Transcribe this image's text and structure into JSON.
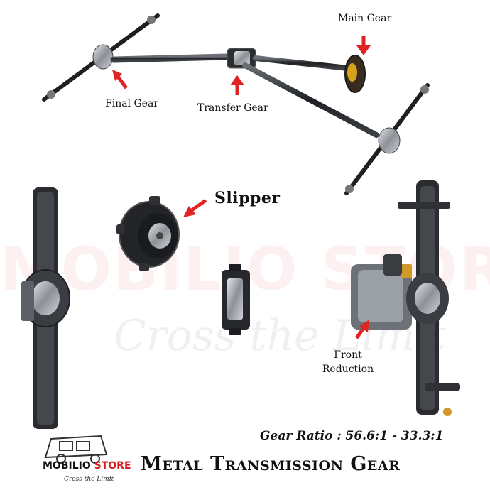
{
  "labels": {
    "main_gear": "Main Gear",
    "final_gear": "Final Gear",
    "transfer_gear": "Transfer Gear",
    "slipper": "Slipper",
    "front_reduction_line1": "Front",
    "front_reduction_line2": "Reduction"
  },
  "gear_ratio": "Gear Ratio : 56.6:1 - 33.3:1",
  "title": "Metal Transmission Gear",
  "brand": {
    "name_part1": "MOBILIO",
    "name_part2": "STORE",
    "tagline": "Cross the Limit"
  },
  "watermark": {
    "logo_text": "MOBILIO STORE",
    "tagline_text": "Cross the Limit"
  },
  "colors": {
    "arrow": "#e02424",
    "brand_red": "#d91c1c",
    "metal_dark": "#2b2d31",
    "metal_light": "#9aa0a6"
  }
}
